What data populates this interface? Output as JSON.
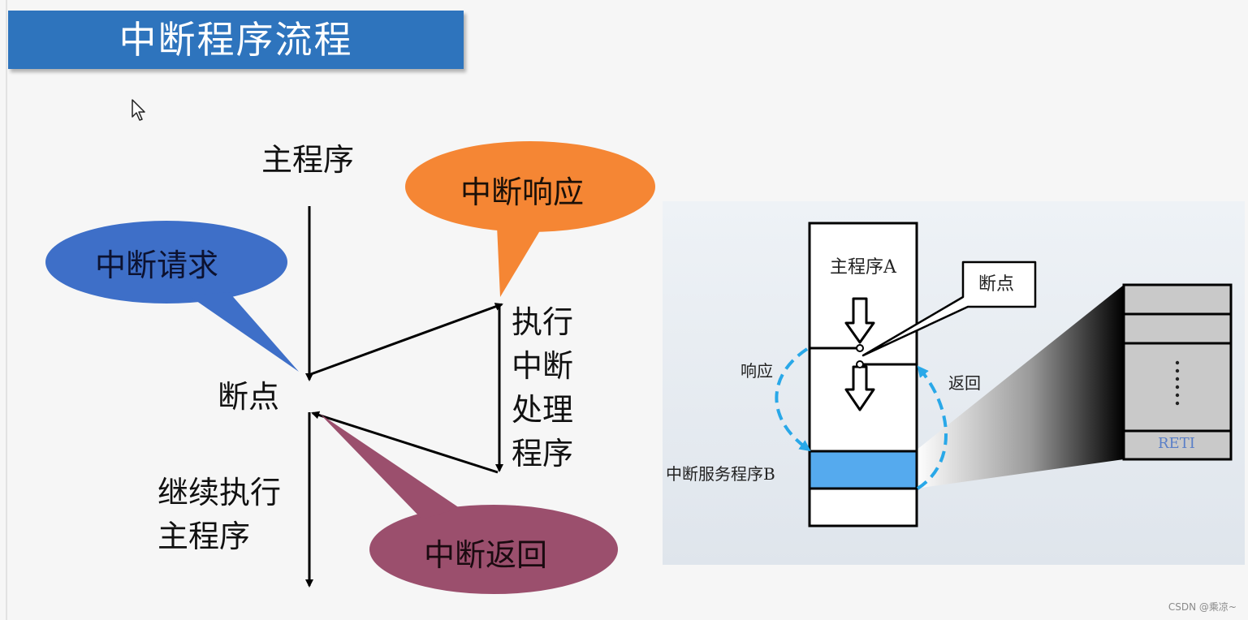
{
  "title": "中断程序流程",
  "left_diagram": {
    "main_program": "主程序",
    "breakpoint": "断点",
    "execute_isr": [
      "执行",
      "中断",
      "处理",
      "程序"
    ],
    "continue": [
      "继续执行",
      "主程序"
    ],
    "callouts": {
      "request": {
        "text": "中断请求",
        "color": "#3e6fc8"
      },
      "response": {
        "text": "中断响应",
        "color": "#f58634"
      },
      "return": {
        "text": "中断返回",
        "color": "#9b4f6d"
      }
    }
  },
  "right_diagram": {
    "main_program_a": "主程序A",
    "breakpoint": "断点",
    "response": "响应",
    "return": "返回",
    "isr_b": "中断服务程序B",
    "reti": "RETI",
    "highlight_color": "#55aaee",
    "arc_color": "#29a8e8"
  },
  "watermark": "CSDN @乘凉~"
}
